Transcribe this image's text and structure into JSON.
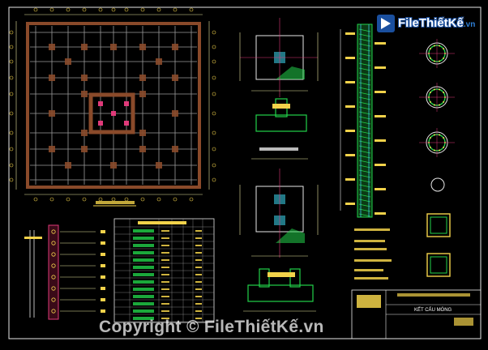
{
  "logo": {
    "name": "FileThiếtKế",
    "tld": ".vn"
  },
  "watermark": "Copyright © FileThiếtKế.vn",
  "title_block": {
    "drawing_title": "KẾT CẤU MÓNG"
  },
  "colors": {
    "background": "#000000",
    "frame": "#e8e8e8",
    "grid_lines": "#9a9a9a",
    "foundation_hatch": "#8a4a2a",
    "dimension": "#e8e6a0",
    "rebar_green": "#22d24a",
    "annotation_yellow": "#f2d24a",
    "pile_magenta": "#e03a7a",
    "cyan": "#39c8e0"
  }
}
